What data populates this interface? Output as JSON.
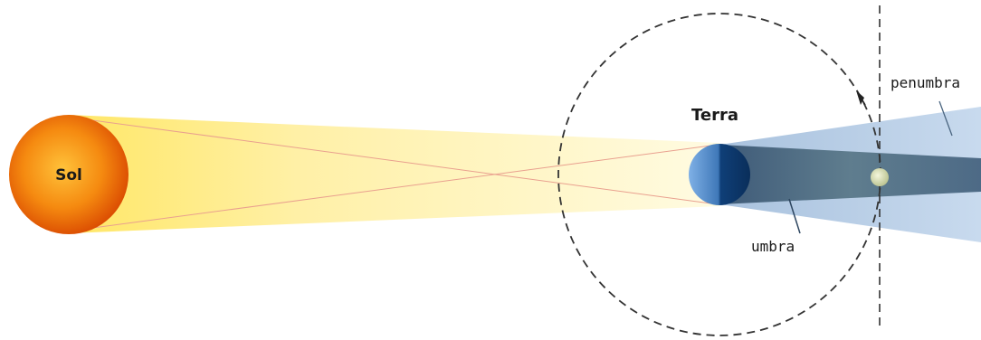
{
  "labels": {
    "sun": "Sol",
    "earth": "Terra",
    "penumbra": "penumbra",
    "umbra": "umbra"
  },
  "colors": {
    "background": "#ffffff",
    "sun_core": "#ffb020",
    "sun_edge": "#e04a00",
    "light_cone": "#fff1a8",
    "earth_light": "#6a9ed8",
    "earth_dark": "#0d3a6e",
    "penumbra": "#b9cfe6",
    "umbra": "#4f6b86",
    "moon": "#e7ebc4",
    "orbit_line": "#333333",
    "ray_line": "#e08a7a"
  },
  "icons": {
    "sun": "sun-icon",
    "earth": "earth-icon",
    "moon": "moon-icon",
    "orbit_arrow": "arrow-icon"
  }
}
